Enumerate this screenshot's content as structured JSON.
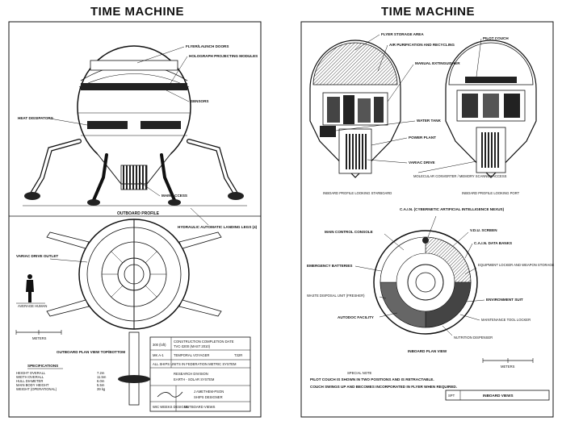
{
  "left_sheet": {
    "title": "TIME MACHINE",
    "labels": {
      "flyer_launch_doors": "FLYER/LAUNCH DOORS",
      "holograph_modules": "HOLOGRAPH PROJECTING MODULES",
      "sensors": "SENSORS",
      "heat_dissipators": "HEAT DISSIPATORS",
      "main_access": "MAIN ACCESS",
      "outboard_profile": "OUTBOARD PROFILE",
      "hydraulic_legs": "HYDRAULIC AUTOMATIC LANDING LEGS (4)",
      "variac_drive_outlet": "VARIAC DRIVE OUTLET",
      "human_scale": "AVERAGE HUMAN",
      "meters": "METERS",
      "plan_view_caption": "OUTBOARD PLAN VIEW TOP/BOTTOM"
    },
    "specifications": {
      "heading": "SPECIFICATIONS",
      "rows": [
        {
          "name": "HEIGHT OVERALL",
          "value": "7.2m"
        },
        {
          "name": "WIDTH OVERALL",
          "value": "11.5m"
        },
        {
          "name": "HULL DIAMETER",
          "value": "6.0m"
        },
        {
          "name": "MAIN BODY HEIGHT",
          "value": "5.5m"
        },
        {
          "name": "WEIGHT (OPERATIONAL)",
          "value": "39 kg"
        }
      ]
    },
    "title_block": {
      "row1": [
        "300 (loft)",
        "CONSTRUCTION COMPLETION DATE",
        "TVC-3200 (MAST 2010)"
      ],
      "row2": [
        "MK A-1",
        "TEMPORAL VOYAGER",
        "T32R"
      ],
      "row3": "ALL SHIPS UNITS IN FEDERATION METRIC SYSTEM",
      "row4": [
        "RESEARCH DIVISION",
        "EARTH - SOLAR SYSTEM"
      ],
      "row5": [
        "J AMETHEM-PSON",
        "SHIPS DESIGNER"
      ],
      "row6": [
        "WIC WEEKS DESIGNS",
        "OUTBOARD VIEWS"
      ]
    }
  },
  "right_sheet": {
    "title": "TIME MACHINE",
    "labels": {
      "flyer_storage": "FLYER STORAGE AREA",
      "air_purification": "AIR PURIFICATION AND RECYCLING",
      "pilot_couch": "PILOT COUCH",
      "manual_extinguisher": "MANUAL EXTINGUISHER",
      "water_tank": "WATER TANK",
      "power_plant": "POWER PLANT",
      "variac_drive": "VARIAC DRIVE",
      "molecular_converter": "MOLECULAR CONVERTER / MEMORY SCANNER ACCESS",
      "inboard_starboard": "INBOARD PROFILE LOOKING STARBOARD",
      "inboard_port": "INBOARD PROFILE LOOKING PORT",
      "cain_nexus": "C.A.I.N. (CYBERNETIC ARTIFICIAL INTELLIGENCE NEXUS)",
      "main_control_console": "MAIN CONTROL CONSOLE",
      "vdu_screen": "V.D.U. SCREEN",
      "cain_data_banks": "C.A.I.N. DATA BANKS",
      "emergency_batteries": "EMERGENCY BATTERIES",
      "equipment_locker": "EQUIPMENT LOCKER AND WEAPON STORAGE",
      "waste_disposal": "WASTE DISPOSAL UNIT (FRESHER)",
      "environment_suit": "ENVIRONMENT SUIT",
      "autodoc_facility": "AUTODOC FACILITY",
      "maintenance_locker": "MAINTENANCE TOOL LOCKER",
      "nutrition_dispenser": "NUTRITION DISPENSER",
      "inboard_plan_view": "INBOARD PLAN VIEW",
      "meters": "METERS"
    },
    "special_note": {
      "heading": "SPECIAL NOTE",
      "line1": "PILOT COUCH IS SHOWN IN TWO POSITIONS AND IS RETRACTABLE.",
      "line2": "COUCH SWINGS UP AND BECOMES INCORPORATED IN FLYER WHEN REQUIRED."
    },
    "title_block": {
      "label": "SPT",
      "value": "INBOARD VIEWS"
    }
  }
}
